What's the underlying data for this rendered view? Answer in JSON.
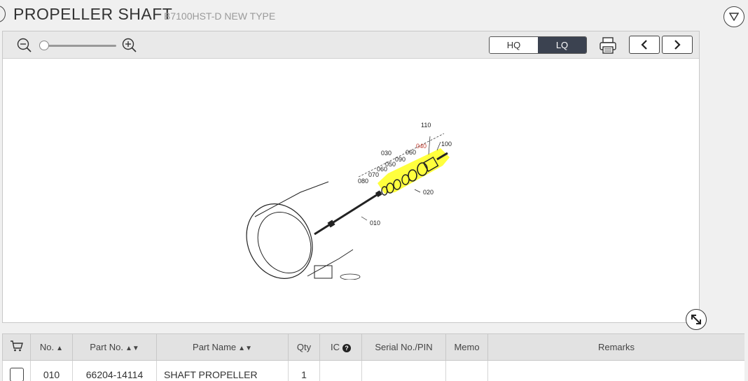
{
  "header": {
    "title": "PROPELLER SHAFT",
    "subtitle": "B7100HST-D NEW TYPE"
  },
  "viewer": {
    "hq_label": "HQ",
    "lq_label": "LQ",
    "selected_quality": "LQ",
    "zoom_level": 0,
    "callouts": [
      "110",
      "100",
      "040",
      "060",
      "090",
      "030",
      "050",
      "060",
      "070",
      "080",
      "020",
      "010"
    ]
  },
  "table": {
    "columns": {
      "no": "No.",
      "part_no": "Part No.",
      "part_name": "Part Name",
      "qty": "Qty",
      "ic": "IC",
      "serial": "Serial No./PIN",
      "memo": "Memo",
      "remarks": "Remarks"
    },
    "rows": [
      {
        "no": "010",
        "part_no": "66204-14114",
        "part_name": "SHAFT PROPELLER",
        "qty": "1",
        "ic": "",
        "serial": "",
        "memo": "",
        "remarks": ""
      }
    ]
  },
  "colors": {
    "highlight": "#ffff33",
    "active_toggle": "#3b4250"
  },
  "icons": [
    "back-icon",
    "collapse-icon",
    "zoom-out-icon",
    "zoom-in-icon",
    "print-icon",
    "chevron-left-icon",
    "chevron-right-icon",
    "expand-icon",
    "cart-icon",
    "info-icon"
  ]
}
